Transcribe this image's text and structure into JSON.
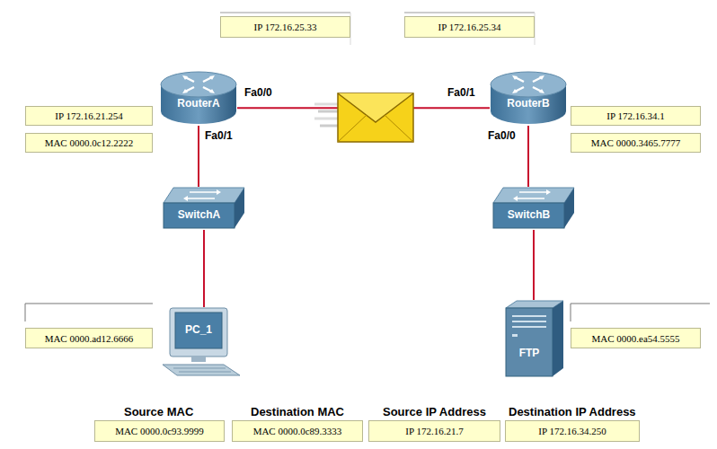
{
  "diagram": {
    "nodes": [
      {
        "text": [
          "IP 172.16.25.33"
        ]
      },
      {
        "text": [
          "IP 172.16.25.34"
        ]
      },
      {
        "text": [
          "IP 172.16.21.254"
        ]
      },
      {
        "text": [
          "RouterA"
        ]
      },
      {
        "text": [
          "RouterB"
        ]
      },
      {
        "text": [
          "IP 172.16.34.1"
        ]
      },
      {
        "text": [
          "MAC 0000.0c12.2222"
        ]
      },
      {
        "text": [
          "MAC 0000.3465.7777"
        ]
      },
      {
        "text": [
          "SwitchA"
        ]
      },
      {
        "text": [
          "SwitchB"
        ]
      },
      {
        "text": [
          "PC_1"
        ]
      },
      {
        "text": [
          "FTP"
        ]
      },
      {
        "text": [
          "MAC 0000.ad12.6666"
        ]
      },
      {
        "text": [
          "MAC 0000.ea54.5555"
        ]
      },
      {
        "text": [
          "MAC 0000.0c93.9999"
        ]
      },
      {
        "text": [
          "MAC 0000.0c89.3333"
        ]
      },
      {
        "text": [
          "IP 172.16.21.7"
        ]
      },
      {
        "text": [
          "IP 172.16.34.250"
        ]
      }
    ],
    "edges": [
      {
        "from": 3,
        "to": 4,
        "arrow": "none"
      },
      {
        "from": 3,
        "to": 8,
        "arrow": "none"
      },
      {
        "from": 8,
        "to": 10,
        "arrow": "none"
      },
      {
        "from": 4,
        "to": 9,
        "arrow": "none"
      },
      {
        "from": 9,
        "to": 11,
        "arrow": "none"
      }
    ],
    "labels": [
      "Fa0/0",
      "Fa0/1",
      "Fa0/1",
      "Fa0/0",
      "Source MAC",
      "Destination MAC",
      "Source IP Address",
      "Destination IP Address"
    ]
  }
}
